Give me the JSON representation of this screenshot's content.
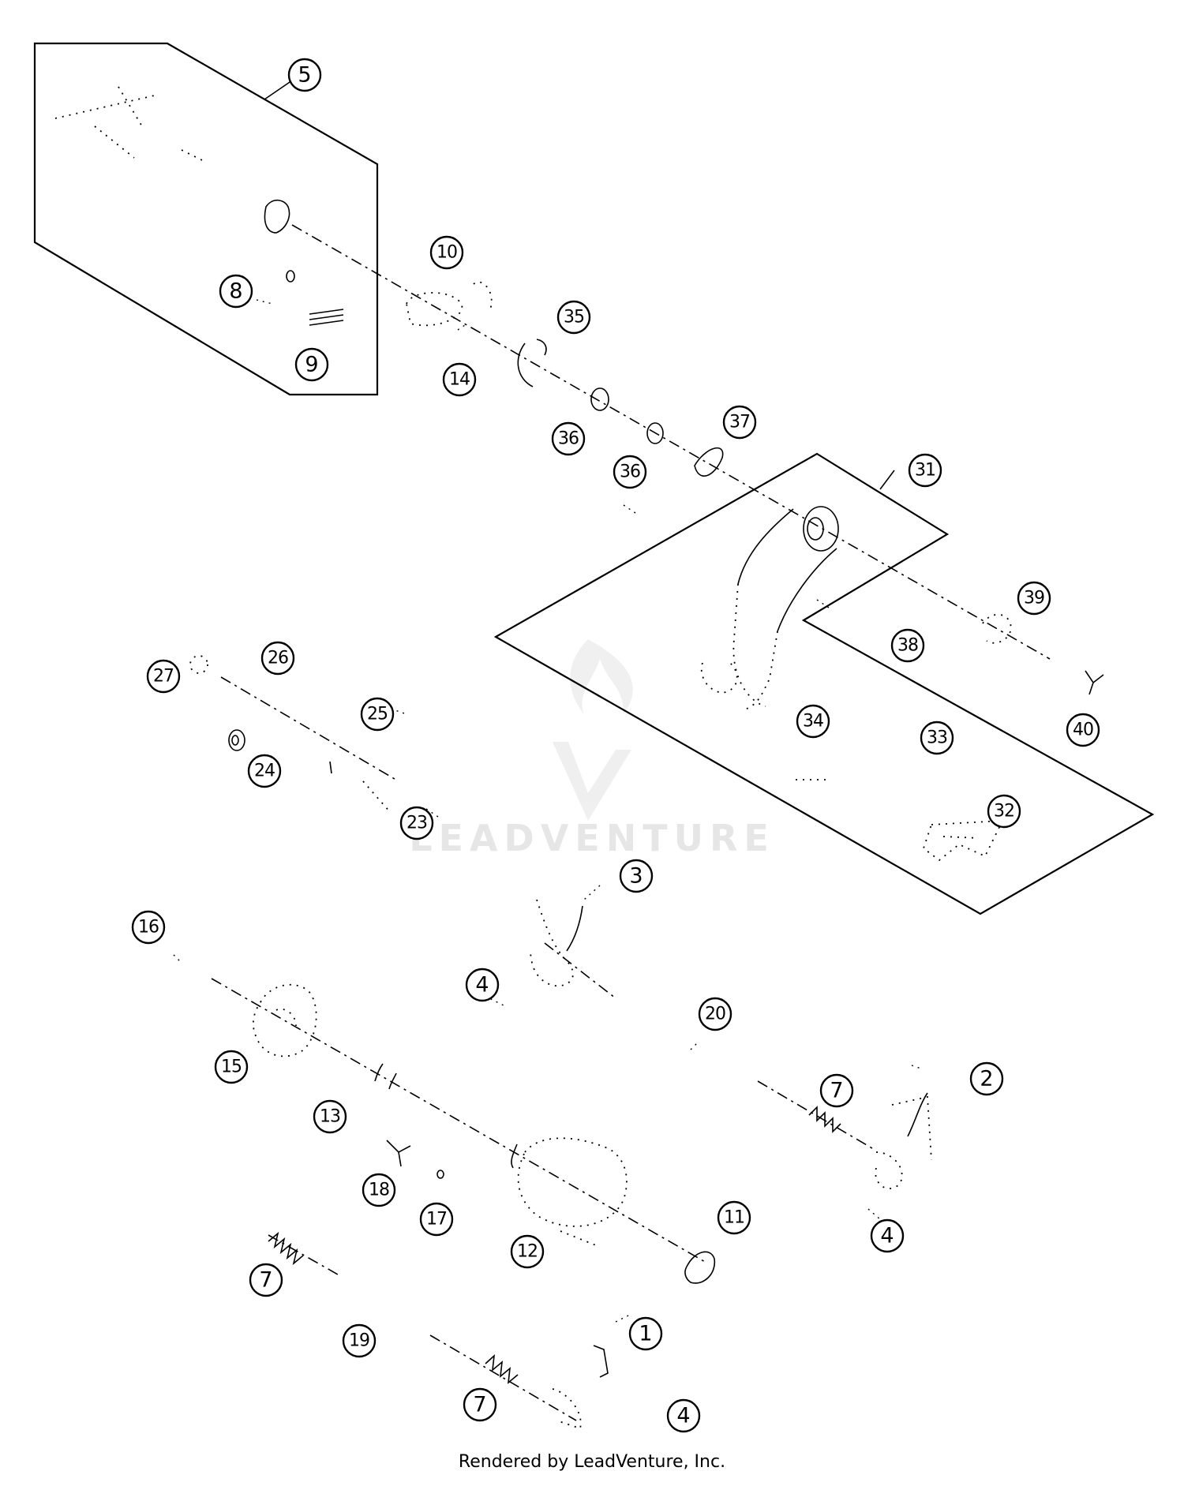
{
  "diagram": {
    "watermark": "LEADVENTURE",
    "footer": "Rendered by LeadVenture, Inc."
  },
  "callouts": [
    "5",
    "10",
    "8",
    "9",
    "35",
    "14",
    "36",
    "36",
    "37",
    "31",
    "39",
    "38",
    "40",
    "34",
    "33",
    "32",
    "27",
    "26",
    "25",
    "24",
    "23",
    "3",
    "16",
    "4",
    "20",
    "15",
    "7",
    "2",
    "13",
    "18",
    "17",
    "12",
    "11",
    "4",
    "7",
    "19",
    "1",
    "7",
    "4"
  ]
}
